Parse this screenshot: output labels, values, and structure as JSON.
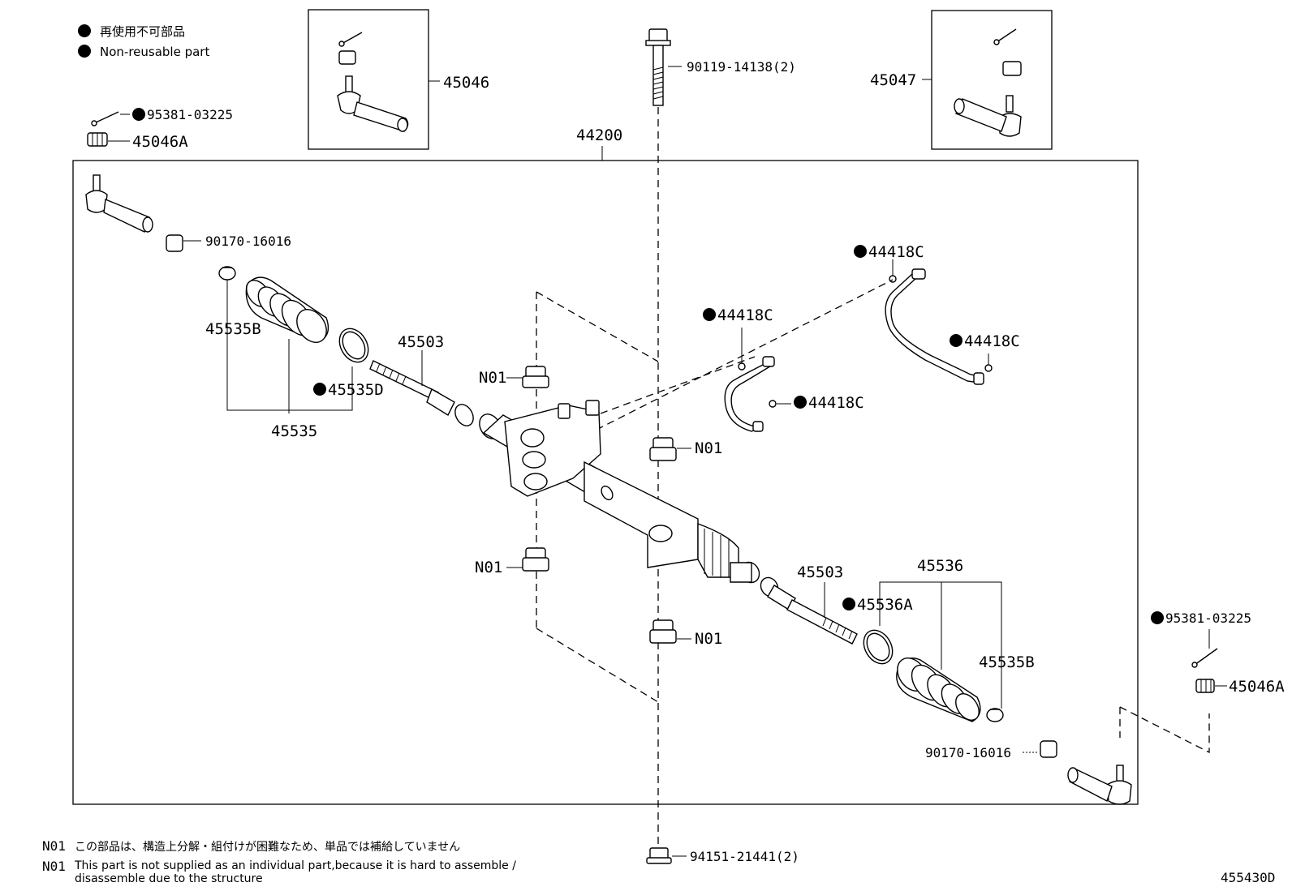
{
  "legend": {
    "line_jp": "再使用不可部品",
    "line_en": "Non-reusable part"
  },
  "parts": {
    "p45046_box": "45046",
    "p45047_box": "45047",
    "p90119": "90119-14138(2)",
    "p95381_left": "95381-03225",
    "p45046A_left": "45046A",
    "p44200": "44200",
    "p90170_left": "90170-16016",
    "p44418C_top": "44418C",
    "p44418C_mid": "44418C",
    "p44418C_right": "44418C",
    "p44418C_low": "44418C",
    "p45535B_left": "45535B",
    "p45503_left": "45503",
    "p45535D": "45535D",
    "p45535": "45535",
    "pN01_a": "N01",
    "pN01_b": "N01",
    "pN01_c": "N01",
    "pN01_d": "N01",
    "p45503_right": "45503",
    "p45536": "45536",
    "p45536A": "45536A",
    "p45535B_right": "45535B",
    "p95381_right": "95381-03225",
    "p45046A_right": "45046A",
    "p90170_right": "90170-16016",
    "p94151": "94151-21441(2)"
  },
  "notes": {
    "n1_code": "N01",
    "n1_text": "この部品は、構造上分解・組付けが困難なため、単品では補給していません",
    "n2_code": "N01",
    "n2_text_line1": "This part is not supplied as an individual part,because it is hard to assemble /",
    "n2_text_line2": "disassemble due to the structure"
  },
  "figure_id": "455430D",
  "colors": {
    "ink": "#000000",
    "paper": "#ffffff"
  }
}
